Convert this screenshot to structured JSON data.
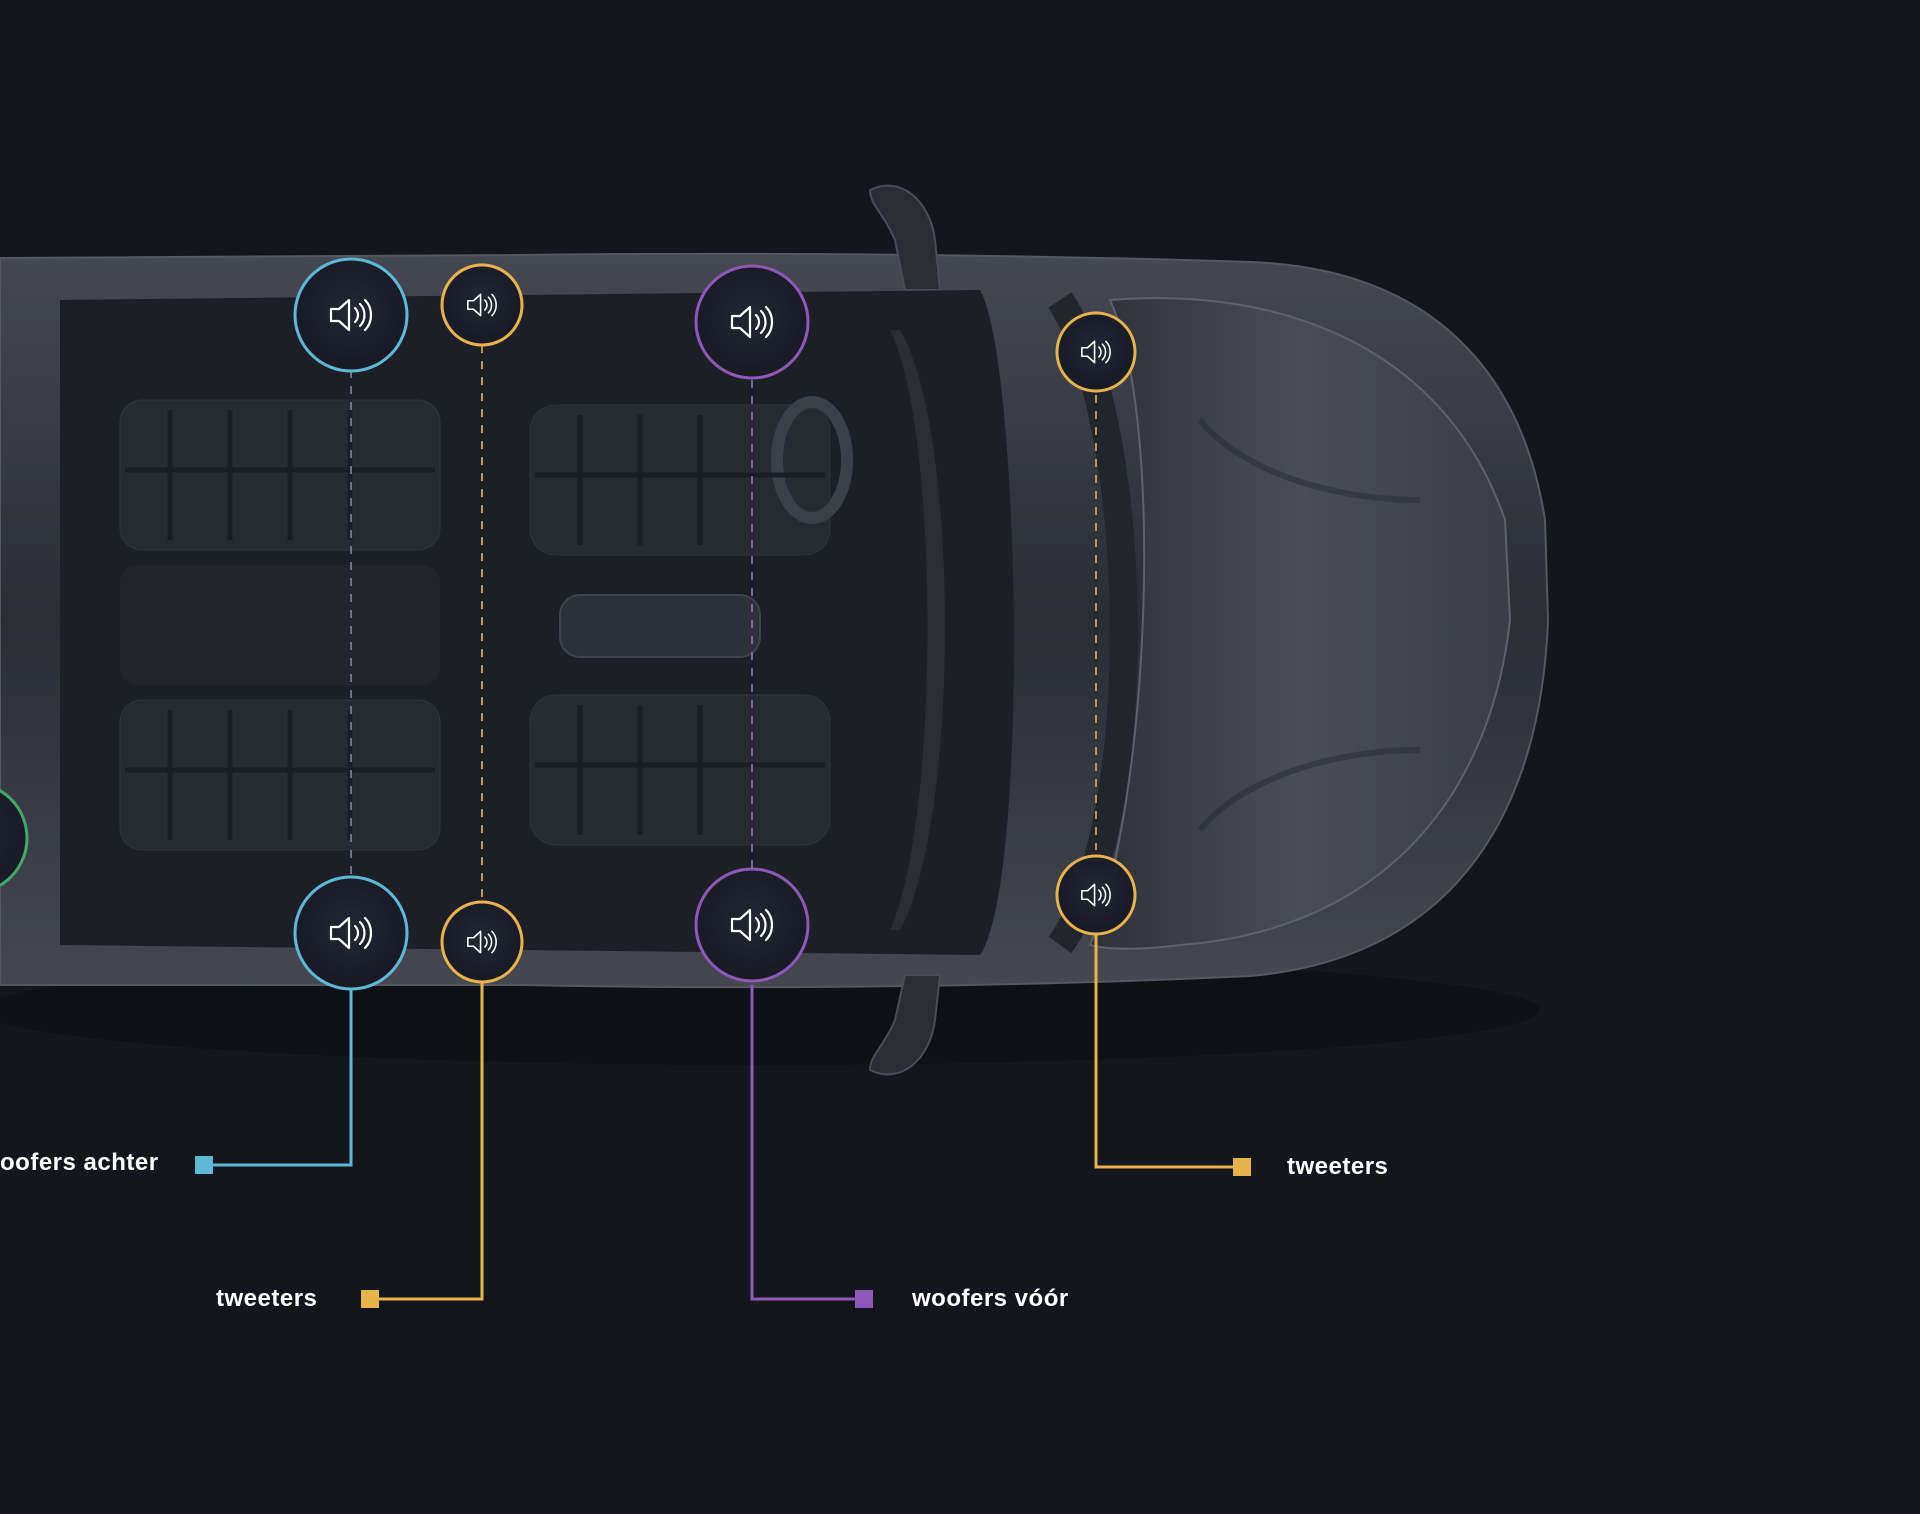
{
  "colors": {
    "background": "#13161c",
    "car_body": "#3d4049",
    "cabin": "#1c1f26",
    "woofers_rear": "#5fb8d6",
    "tweeters": "#e6b44a",
    "woofers_front": "#8e58b8",
    "surround": "#3fa86a"
  },
  "labels": {
    "woofers_rear": "oofers achter",
    "tweeters_rear": "tweeters",
    "woofers_front": "woofers vóór",
    "tweeters_front": "tweeters"
  },
  "speakers": [
    {
      "id": "woofer-rear-left",
      "group": "woofers_rear",
      "icon": "speaker-icon"
    },
    {
      "id": "woofer-rear-right",
      "group": "woofers_rear",
      "icon": "speaker-icon"
    },
    {
      "id": "tweeter-rear-left",
      "group": "tweeters",
      "icon": "speaker-icon"
    },
    {
      "id": "tweeter-rear-right",
      "group": "tweeters",
      "icon": "speaker-icon"
    },
    {
      "id": "woofer-front-left",
      "group": "woofers_front",
      "icon": "speaker-icon"
    },
    {
      "id": "woofer-front-right",
      "group": "woofers_front",
      "icon": "speaker-icon"
    },
    {
      "id": "tweeter-front-left",
      "group": "tweeters",
      "icon": "speaker-icon"
    },
    {
      "id": "tweeter-front-right",
      "group": "tweeters",
      "icon": "speaker-icon"
    },
    {
      "id": "surround-partial",
      "group": "surround",
      "icon": "speaker-icon"
    }
  ]
}
